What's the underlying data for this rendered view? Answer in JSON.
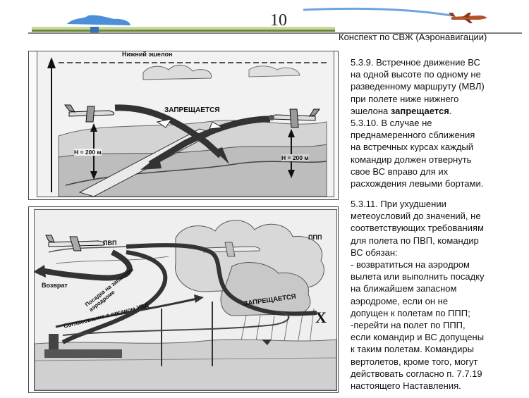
{
  "header": {
    "page_number": "10",
    "doc_title": "Конспект по СВЖ (Аэронавигации)"
  },
  "figure1": {
    "lower_echelon_label": "Нижний эшелон",
    "prohibited_label": "ЗАПРЕЩАЕТСЯ",
    "height_left": "Н = 200 м",
    "height_right": "Н = 200 м"
  },
  "figure2": {
    "vfr_label": "ПВП",
    "ifr_label": "ППП",
    "return_label": "Возврат",
    "alt_landing_label_line1": "Посадка на запасном",
    "alt_landing_label_line2": "аэродроме",
    "coordination_label": "Согласование с органом УВД",
    "prohibited_label": "ЗАПРЕЩАЕТСЯ",
    "x_mark": "X"
  },
  "section_5_3_9": {
    "line1": "5.3.9. Встречное движение ВС",
    "line2": "на одной высоте по одному не",
    "line3": "разведенному маршруту (МВЛ)",
    "line4": "при полете ниже нижнего",
    "line5_pre": "эшелона ",
    "line5_bold": "запрещается",
    "line5_post": "."
  },
  "section_5_3_10": {
    "line1": "5.3.10. В случае не",
    "line2": "преднамеренного сближения",
    "line3": "на встречных курсах каждый",
    "line4": "командир должен отвернуть",
    "line5": "свое ВС вправо для их",
    "line6": "расхождения левыми бортами."
  },
  "section_5_3_11": {
    "line1": "5.3.11. При ухудшении",
    "line2": "метеоусловий до значений, не",
    "line3": "соответствующих требованиям",
    "line4": "для полета по ПВП, командир",
    "line5": "ВС обязан:",
    "line6": "- возвратиться на аэродром",
    "line7": "вылета или выполнить посадку",
    "line8": "на ближайшем запасном",
    "line9": "аэродроме, если он не",
    "line10": "допущен к полетам по ППП;",
    "line11": "-перейти на полет по ППП,",
    "line12": "если командир и ВС допущены",
    "line13": "к таким полетам. Командиры",
    "line14": "вертолетов, кроме того, могут",
    "line15": "действовать согласно п. 7.7.19",
    "line16": "настоящего  Наставления."
  }
}
